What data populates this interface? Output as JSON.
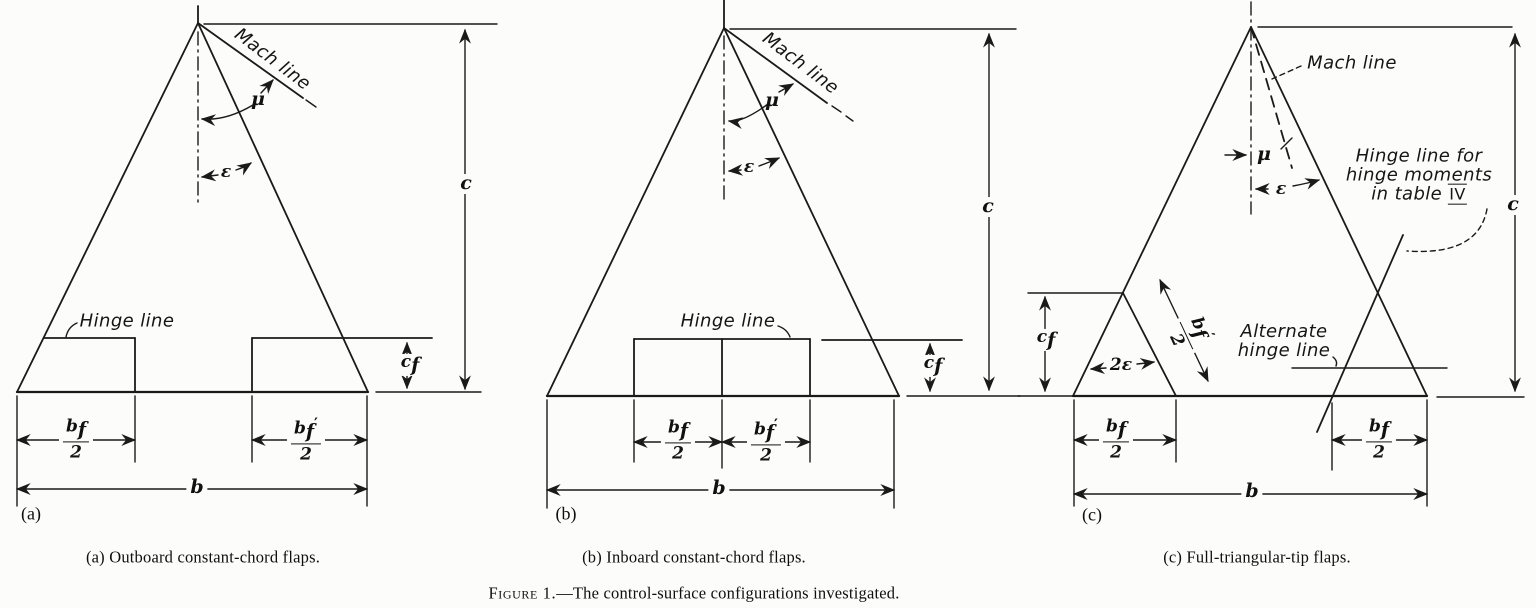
{
  "sym": {
    "b": "b",
    "c": "c",
    "f": "f",
    "two": "2",
    "prime": "′",
    "mu": "μ",
    "epsilon": "ε",
    "two_epsilon": "2ε"
  },
  "panel_a": {
    "tag": "(a)",
    "mach_line": "Mach line",
    "hinge_line": "Hinge line",
    "caption": "(a)  Outboard constant-chord flaps."
  },
  "panel_b": {
    "tag": "(b)",
    "mach_line": "Mach line",
    "hinge_line": "Hinge line",
    "caption": "(b)  Inboard constant-chord flaps."
  },
  "panel_c": {
    "tag": "(c)",
    "mach_line": "Mach line",
    "hinge_moments_l1": "Hinge line for",
    "hinge_moments_l2": "hinge moments",
    "hinge_moments_l3_pre": "in table ",
    "hinge_moments_roman": "IV",
    "alternate_l1": "Alternate",
    "alternate_l2": "hinge line",
    "caption": "(c)  Full-triangular-tip flaps."
  },
  "figure_caption": {
    "label": "Figure 1.",
    "text": "—The control-surface configurations investigated."
  }
}
